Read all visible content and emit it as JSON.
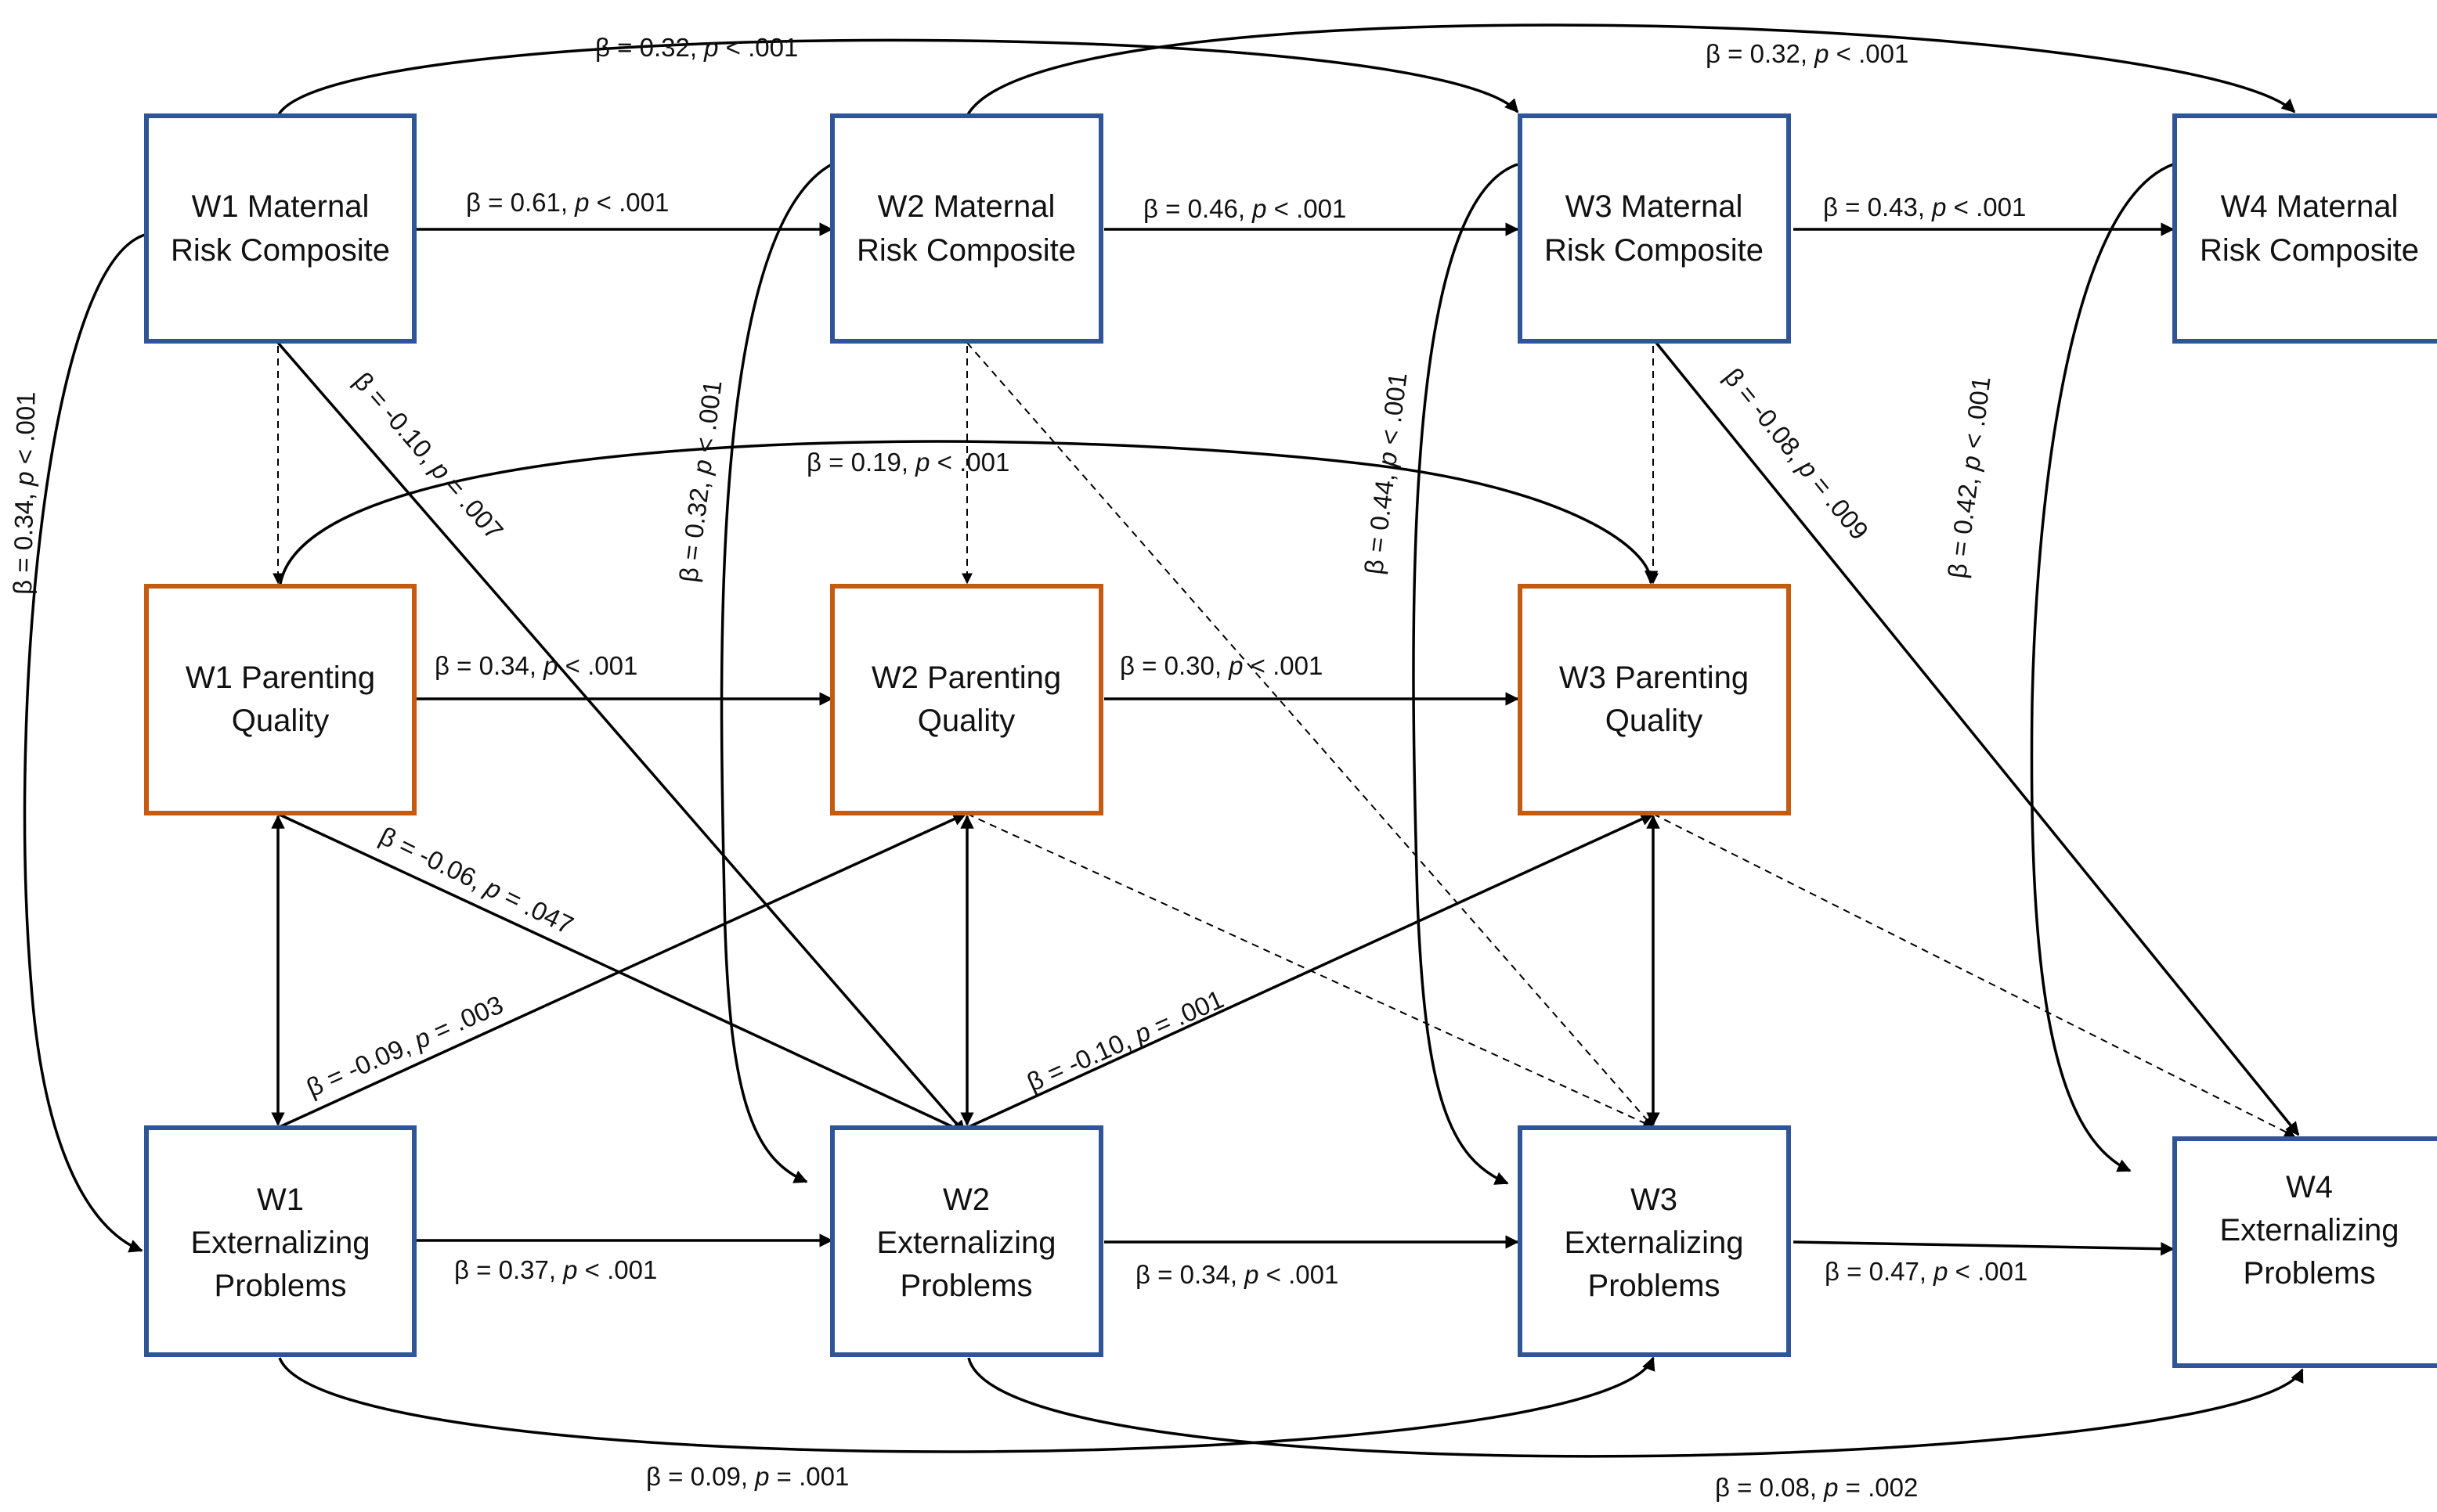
{
  "colors": {
    "risk_border": "#2f5597",
    "parenting_border": "#c55a11",
    "externalizing_border": "#2f5597",
    "arrow": "#000000"
  },
  "nodes": {
    "w1_risk": [
      "W1 Maternal",
      "Risk Composite"
    ],
    "w2_risk": [
      "W2 Maternal",
      "Risk Composite"
    ],
    "w3_risk": [
      "W3 Maternal",
      "Risk Composite"
    ],
    "w4_risk": [
      "W4 Maternal",
      "Risk Composite"
    ],
    "w1_par": [
      "W1 Parenting",
      "Quality"
    ],
    "w2_par": [
      "W2 Parenting",
      "Quality"
    ],
    "w3_par": [
      "W3 Parenting",
      "Quality"
    ],
    "w1_ext": [
      "W1",
      "Externalizing",
      "Problems"
    ],
    "w2_ext": [
      "W2",
      "Externalizing",
      "Problems"
    ],
    "w3_ext": [
      "W3",
      "Externalizing",
      "Problems"
    ],
    "w4_ext": [
      "W4",
      "Externalizing",
      "Problems"
    ]
  },
  "edges": [
    {
      "from": "w1_risk",
      "to": "w3_risk",
      "style": "solid",
      "arrow": "end",
      "label": {
        "beta": "β = 0.32, ",
        "p": "p",
        "rest": " < .001"
      }
    },
    {
      "from": "w2_risk",
      "to": "w4_risk",
      "style": "solid",
      "arrow": "end",
      "label": {
        "beta": "β = 0.32, ",
        "p": "p",
        "rest": " < .001"
      }
    },
    {
      "from": "w1_risk",
      "to": "w2_risk",
      "style": "solid",
      "arrow": "end",
      "label": {
        "beta": "β = 0.61, ",
        "p": "p",
        "rest": " < .001"
      }
    },
    {
      "from": "w2_risk",
      "to": "w3_risk",
      "style": "solid",
      "arrow": "end",
      "label": {
        "beta": "β = 0.46, ",
        "p": "p",
        "rest": " < .001"
      }
    },
    {
      "from": "w3_risk",
      "to": "w4_risk",
      "style": "solid",
      "arrow": "end",
      "label": {
        "beta": "β = 0.43, ",
        "p": "p",
        "rest": " < .001"
      }
    },
    {
      "from": "w1_risk",
      "to": "w1_ext",
      "style": "solid",
      "arrow": "end",
      "label": {
        "beta": "β = 0.34, ",
        "p": "p",
        "rest": " < .001"
      }
    },
    {
      "from": "w2_risk",
      "to": "w2_ext",
      "style": "solid",
      "arrow": "end",
      "label": {
        "beta": "β = 0.32, ",
        "p": "p",
        "rest": " < .001"
      }
    },
    {
      "from": "w3_risk",
      "to": "w3_ext",
      "style": "solid",
      "arrow": "end",
      "label": {
        "beta": "β = 0.44, ",
        "p": "p",
        "rest": " < .001"
      }
    },
    {
      "from": "w4_risk",
      "to": "w4_ext",
      "style": "solid",
      "arrow": "end",
      "label": {
        "beta": "β = 0.42, ",
        "p": "p",
        "rest": " < .001"
      }
    },
    {
      "from": "w1_risk",
      "to": "w2_ext",
      "style": "solid",
      "arrow": "end",
      "label": {
        "beta": "β = -0.10, ",
        "p": "p",
        "rest": " = .007"
      }
    },
    {
      "from": "w3_risk",
      "to": "w4_ext",
      "style": "solid",
      "arrow": "end",
      "label": {
        "beta": "β = -0.08, ",
        "p": "p",
        "rest": " = .009"
      }
    },
    {
      "from": "w1_par",
      "to": "w3_par",
      "style": "solid",
      "arrow": "end",
      "label": {
        "beta": "β = 0.19, ",
        "p": "p",
        "rest": " < .001"
      }
    },
    {
      "from": "w1_par",
      "to": "w2_par",
      "style": "solid",
      "arrow": "end",
      "label": {
        "beta": "β = 0.34, ",
        "p": "p",
        "rest": " < .001"
      }
    },
    {
      "from": "w2_par",
      "to": "w3_par",
      "style": "solid",
      "arrow": "end",
      "label": {
        "beta": "β = 0.30, ",
        "p": "p",
        "rest": " < .001"
      }
    },
    {
      "from": "w1_par",
      "to": "w2_ext",
      "style": "solid",
      "arrow": "end",
      "label": {
        "beta": "β = -0.06, ",
        "p": "p",
        "rest": " = .047"
      }
    },
    {
      "from": "w1_ext",
      "to": "w2_par",
      "style": "solid",
      "arrow": "end",
      "label": {
        "beta": "β = -0.09, ",
        "p": "p",
        "rest": " = .003"
      }
    },
    {
      "from": "w2_ext",
      "to": "w3_par",
      "style": "solid",
      "arrow": "end",
      "label": {
        "beta": "β = -0.10, ",
        "p": "p",
        "rest": " = .001"
      }
    },
    {
      "from": "w1_ext",
      "to": "w2_ext",
      "style": "solid",
      "arrow": "end",
      "label": {
        "beta": "β = 0.37, ",
        "p": "p",
        "rest": " < .001"
      }
    },
    {
      "from": "w2_ext",
      "to": "w3_ext",
      "style": "solid",
      "arrow": "end",
      "label": {
        "beta": "β = 0.34, ",
        "p": "p",
        "rest": " < .001"
      }
    },
    {
      "from": "w3_ext",
      "to": "w4_ext",
      "style": "solid",
      "arrow": "end",
      "label": {
        "beta": "β = 0.47, ",
        "p": "p",
        "rest": " < .001"
      }
    },
    {
      "from": "w1_ext",
      "to": "w3_ext",
      "style": "solid",
      "arrow": "end",
      "label": {
        "beta": "β = 0.09, ",
        "p": "p",
        "rest": " = .001"
      }
    },
    {
      "from": "w2_ext",
      "to": "w4_ext",
      "style": "solid",
      "arrow": "end",
      "label": {
        "beta": "β = 0.08, ",
        "p": "p",
        "rest": " = .002"
      }
    },
    {
      "from": "w1_par",
      "to": "w1_ext",
      "style": "solid",
      "arrow": "both",
      "label": null
    },
    {
      "from": "w2_par",
      "to": "w2_ext",
      "style": "solid",
      "arrow": "both",
      "label": null
    },
    {
      "from": "w3_par",
      "to": "w3_ext",
      "style": "solid",
      "arrow": "both",
      "label": null
    },
    {
      "from": "w1_risk",
      "to": "w1_par",
      "style": "dashed",
      "arrow": "end",
      "label": null
    },
    {
      "from": "w2_risk",
      "to": "w2_par",
      "style": "dashed",
      "arrow": "end",
      "label": null
    },
    {
      "from": "w3_risk",
      "to": "w3_par",
      "style": "dashed",
      "arrow": "end",
      "label": null
    },
    {
      "from": "w2_risk",
      "to": "w3_ext",
      "style": "dashed",
      "arrow": "end",
      "label": null
    },
    {
      "from": "w2_par",
      "to": "w3_ext",
      "style": "dashed",
      "arrow": "end",
      "label": null
    },
    {
      "from": "w3_par",
      "to": "w4_ext",
      "style": "dashed",
      "arrow": "end",
      "label": null
    }
  ]
}
